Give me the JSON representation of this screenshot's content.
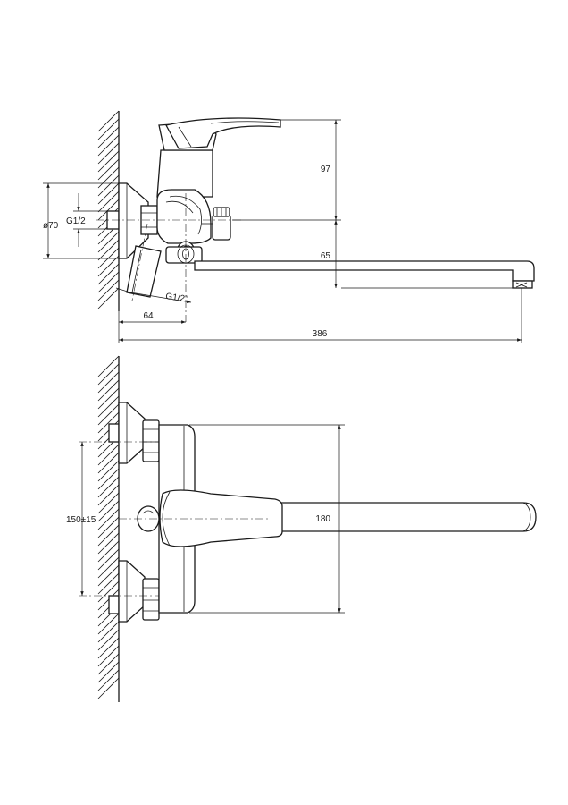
{
  "side_view": {
    "dims": {
      "d97": "97",
      "d70": "ø70",
      "g12_wall": "G1/2",
      "d65": "65",
      "g12_outlet": "G1/2\"",
      "d64": "64",
      "d386": "386"
    }
  },
  "front_view": {
    "dims": {
      "d150": "150±15",
      "d180": "180"
    }
  }
}
